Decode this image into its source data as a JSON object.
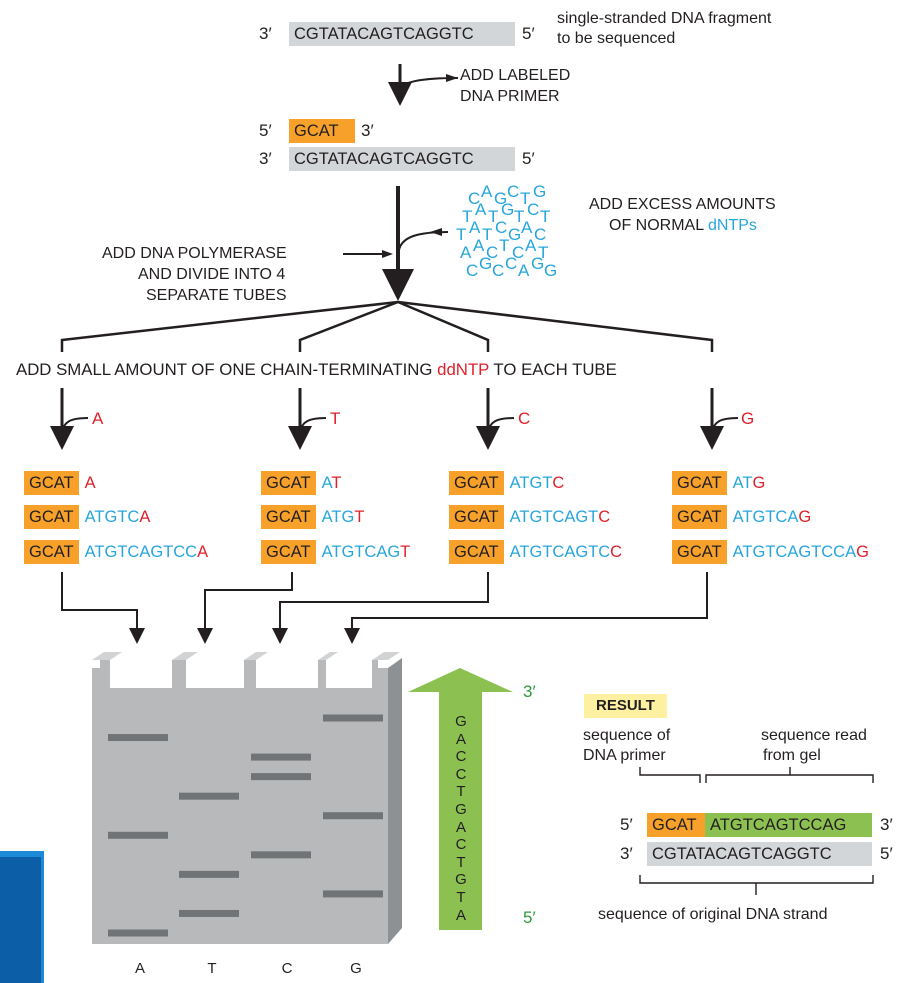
{
  "top": {
    "fragment_3prime": "3′",
    "fragment_seq": "CGTATACAGTCAGGTC",
    "fragment_5prime": "5′",
    "fragment_label_1": "single-stranded DNA fragment",
    "fragment_label_2": "to be sequenced",
    "add_primer_1": "ADD LABELED",
    "add_primer_2": "DNA PRIMER",
    "primer_5prime": "5′",
    "primer_seq": "GCAT",
    "primer_3prime": "3′",
    "template_3prime": "3′",
    "template_seq": "CGTATACAGTCAGGTC",
    "template_5prime": "5′"
  },
  "dntp": {
    "label_1": "ADD EXCESS AMOUNTS",
    "label_2_prefix": "OF NORMAL ",
    "label_2_highlight": "dNTPs",
    "cloud_rows": [
      "CAGCTG",
      "TATGTCT",
      "TATCGAC",
      "AACTCAT",
      "CGCCAGG"
    ]
  },
  "polymerase": {
    "line_1": "ADD DNA POLYMERASE",
    "line_2": "AND DIVIDE INTO 4",
    "line_3": "SEPARATE TUBES"
  },
  "ddntp": {
    "prefix": "ADD SMALL AMOUNT OF ONE CHAIN-TERMINATING ",
    "highlight": "ddNTP",
    "suffix": " TO EACH TUBE"
  },
  "tubes": [
    {
      "base": "A",
      "products": [
        [
          "",
          "A"
        ],
        [
          "ATGTC",
          "A"
        ],
        [
          "ATGTCAGTCC",
          "A"
        ]
      ]
    },
    {
      "base": "T",
      "products": [
        [
          "A",
          "T"
        ],
        [
          "ATG",
          "T"
        ],
        [
          "ATGTCAG",
          "T"
        ]
      ]
    },
    {
      "base": "C",
      "products": [
        [
          "ATGT",
          "C"
        ],
        [
          "ATGTCAGT",
          "C"
        ],
        [
          "ATGTCAGTC",
          "C"
        ]
      ]
    },
    {
      "base": "G",
      "products": [
        [
          "AT",
          "G"
        ],
        [
          "ATGTCA",
          "G"
        ],
        [
          "ATGTCAGTCCA",
          "G"
        ]
      ]
    }
  ],
  "primer_tag": "GCAT",
  "gel": {
    "lanes": [
      "A",
      "T",
      "C",
      "G"
    ],
    "ladder": [
      "G",
      "A",
      "C",
      "C",
      "T",
      "G",
      "A",
      "C",
      "T",
      "G",
      "T",
      "A"
    ],
    "top_label": "3′",
    "bottom_label": "5′"
  },
  "result": {
    "badge": "RESULT",
    "primer_caption_1": "sequence of",
    "primer_caption_2": "DNA primer",
    "gel_caption_1": "sequence read",
    "gel_caption_2": "from gel",
    "row1_5prime": "5′",
    "row1_primer": "GCAT",
    "row1_read": "ATGTCAGTCCAG",
    "row1_3prime": "3′",
    "row2_3prime": "3′",
    "row2_seq": "CGTATACAGTCAGGTC",
    "row2_5prime": "5′",
    "bottom_caption": "sequence of original DNA strand"
  },
  "colors": {
    "orange": "#f7a12b",
    "grey_box": "#d3d6d8",
    "green": "#8cc152",
    "blue": "#27a6dc",
    "red": "#e0212b",
    "gel": "#b7b9bb",
    "band": "#717476"
  }
}
